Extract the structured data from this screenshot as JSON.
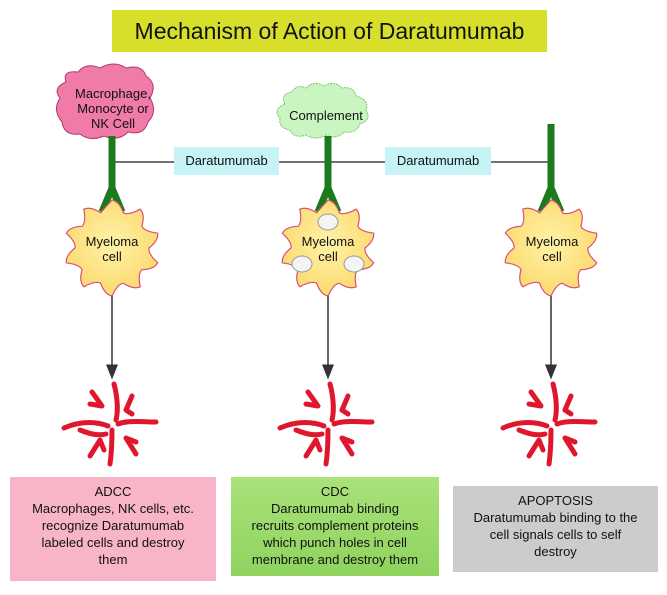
{
  "title": "Mechanism of Action of Daratumumab",
  "effectors": {
    "left": "Macrophage, Monocyte or NK Cell",
    "left_lines": [
      "Macrophage,",
      "Monocyte or",
      "NK Cell"
    ],
    "middle": "Complement"
  },
  "antibody_labels": [
    "Daratumumab",
    "Daratumumab"
  ],
  "cells": [
    {
      "line1": "Myeloma",
      "line2": "cell",
      "holes": false
    },
    {
      "line1": "Myeloma",
      "line2": "cell",
      "holes": true
    },
    {
      "line1": "Myeloma",
      "line2": "cell",
      "holes": false
    }
  ],
  "outcomes": [
    {
      "heading": "ADCC",
      "lines": [
        "Macrophages, NK cells, etc.",
        "recognize Daratumumab",
        "labeled cells and destroy",
        "them"
      ]
    },
    {
      "heading": "CDC",
      "lines": [
        "Daratumumab binding",
        "recruits complement proteins",
        "which punch holes in cell",
        "membrane and destroy them"
      ]
    },
    {
      "heading": "APOPTOSIS",
      "lines": [
        "Daratumumab binding to the",
        "cell signals cells to self",
        "destroy"
      ]
    }
  ],
  "colors": {
    "title_bg": "#d8df2a",
    "antibody": "#1b7a1b",
    "cell_fill": "#fde27a",
    "cell_stroke": "#d9507a",
    "macrophage": "#f07aa8",
    "complement": "#c9f5c0",
    "burst": "#e0162d",
    "drug_label_bg": "#c6f3f6"
  }
}
